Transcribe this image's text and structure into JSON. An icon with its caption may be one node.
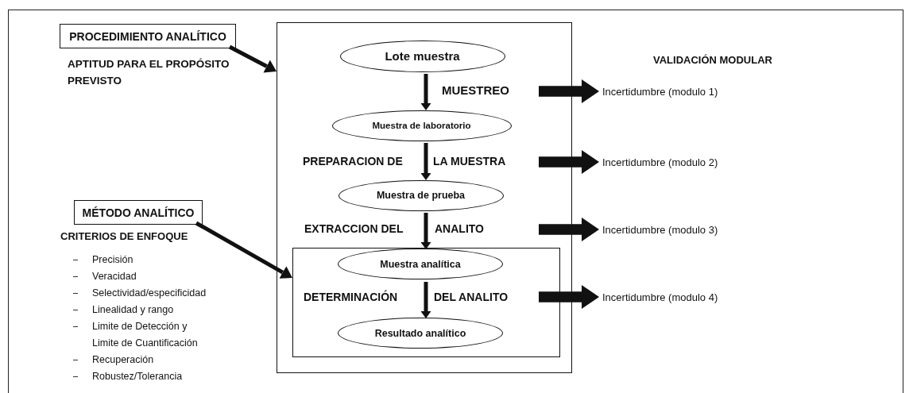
{
  "diagram": {
    "nodes": [
      {
        "text": [
          "PROCEDIMIENTO ANALÍTICO"
        ]
      },
      {
        "text": [
          "MÉTODO ANALÍTICO"
        ]
      },
      {
        "text": [],
        "shape": "box"
      },
      {
        "text": [
          "Lote muestra"
        ],
        "in": 2
      },
      {
        "text": [
          "Muestra de laboratorio"
        ],
        "in": 2
      },
      {
        "text": [
          "Muestra de prueba"
        ],
        "in": 2
      },
      {
        "text": [],
        "shape": "box",
        "in": 2
      },
      {
        "text": [
          "Muestra analítica"
        ],
        "in": 6
      },
      {
        "text": [
          "Resultado analítico"
        ],
        "in": 6
      },
      {
        "text": [
          "Incertidumbre (modulo 1)"
        ]
      },
      {
        "text": [
          "Incertidumbre (modulo 2)"
        ]
      },
      {
        "text": [
          "Incertidumbre (modulo 3)"
        ]
      },
      {
        "text": [
          "Incertidumbre (modulo 4)"
        ]
      }
    ],
    "edges": [
      {
        "from": 0,
        "to": 2,
        "arrow": "to"
      },
      {
        "from": 1,
        "to": 6,
        "arrow": "to"
      },
      {
        "from": 3,
        "to": 4,
        "arrow": "to"
      },
      {
        "from": 4,
        "to": 5,
        "arrow": "to"
      },
      {
        "from": 5,
        "to": 7,
        "arrow": "to"
      },
      {
        "from": 7,
        "to": 8,
        "arrow": "to"
      },
      {
        "from": null,
        "to": 9,
        "arrow": "to",
        "style": "thick"
      },
      {
        "from": null,
        "to": 10,
        "arrow": "to",
        "style": "thick"
      },
      {
        "from": null,
        "to": 11,
        "arrow": "to",
        "style": "thick"
      },
      {
        "from": null,
        "to": 12,
        "arrow": "to",
        "style": "thick"
      }
    ],
    "labels": [
      "APTITUD PARA EL PROPÓSITO PREVISTO",
      "VALIDACIÓN MODULAR",
      "MUESTREO",
      "PREPARACION DE",
      "LA MUESTRA",
      "EXTRACCION DEL",
      "ANALITO",
      "DETERMINACIÓN",
      "DEL ANALITO",
      "CRITERIOS DE ENFOQUE",
      "Precisión",
      "Veracidad",
      "Selectividad/especificidad",
      "Linealidad y rango",
      "Limite de Detección y Limite de Cuantificación",
      "Recuperación",
      "Robustez/Tolerancia"
    ]
  }
}
